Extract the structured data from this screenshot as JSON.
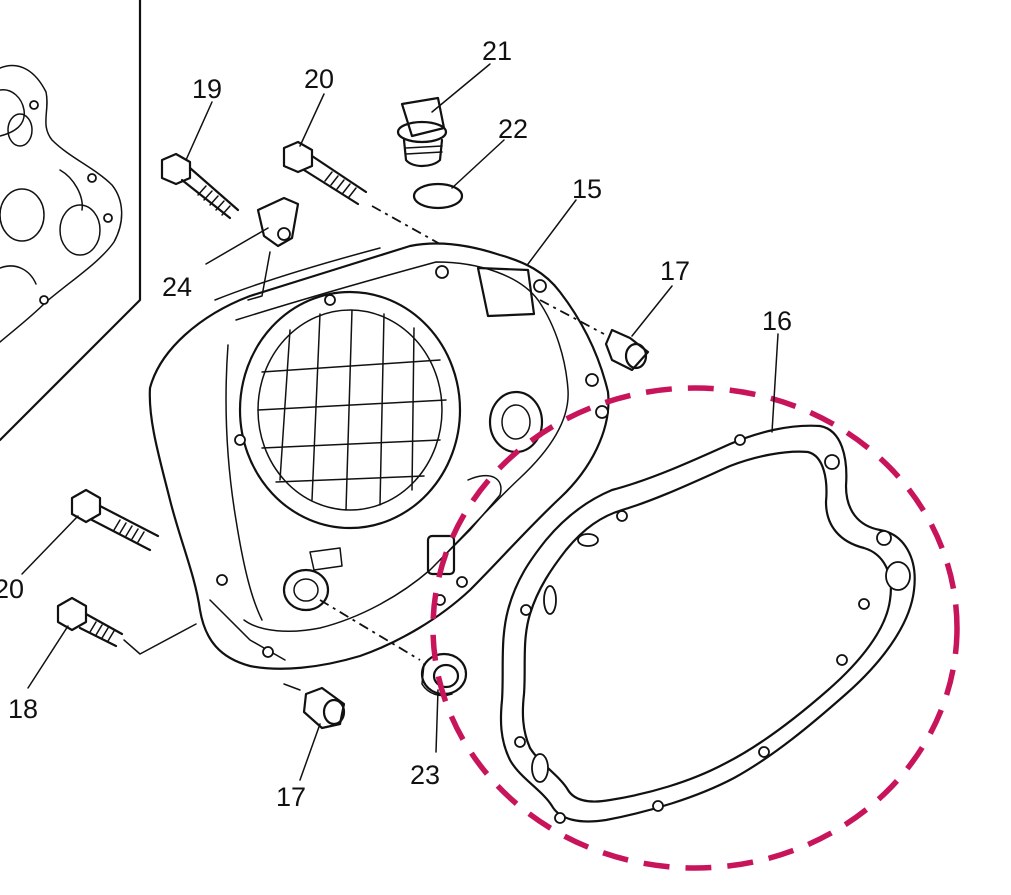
{
  "highlight_color": "#c8145a",
  "line_color": "#111111",
  "labels": {
    "p15": "15",
    "p16": "16",
    "p17_top": "17",
    "p17_bottom": "17",
    "p18": "18",
    "p19": "19",
    "p20_top": "20",
    "p20_left": "20",
    "p21": "21",
    "p22": "22",
    "p23": "23",
    "p24": "24"
  },
  "highlighted_part": "16"
}
